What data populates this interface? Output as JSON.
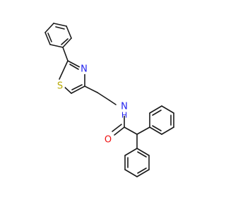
{
  "atoms": {
    "sulfur": {
      "symbol": "S",
      "color": "#b8a900"
    },
    "thiazole_nitrogen": {
      "symbol": "N",
      "color": "#2222ee"
    },
    "amide_nitrogen": {
      "symbol": "N",
      "color": "#2222ee"
    },
    "amide_nitrogen_h": {
      "symbol": "H",
      "color": "#2222ee"
    },
    "carbonyl_oxygen": {
      "symbol": "O",
      "color": "#ee1111"
    }
  },
  "bond_color": "#1a1a1a",
  "background": "#ffffff"
}
